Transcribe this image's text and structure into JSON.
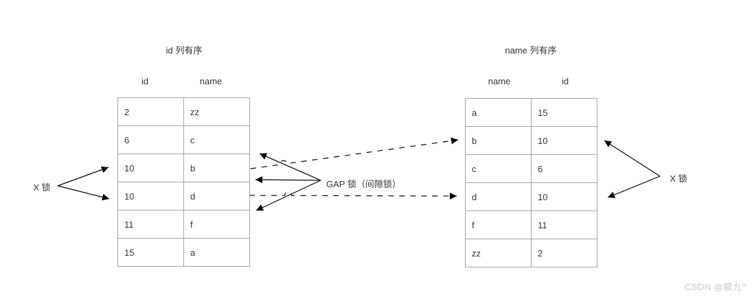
{
  "left_section": {
    "title": "id 列有序",
    "columns": [
      "id",
      "name"
    ],
    "rows": [
      [
        "2",
        "zz"
      ],
      [
        "6",
        "c"
      ],
      [
        "10",
        "b"
      ],
      [
        "10",
        "d"
      ],
      [
        "11",
        "f"
      ],
      [
        "15",
        "a"
      ]
    ]
  },
  "right_section": {
    "title": "name 列有序",
    "columns": [
      "name",
      "id"
    ],
    "rows": [
      [
        "a",
        "15"
      ],
      [
        "b",
        "10"
      ],
      [
        "c",
        "6"
      ],
      [
        "d",
        "10"
      ],
      [
        "f",
        "11"
      ],
      [
        "zz",
        "2"
      ]
    ]
  },
  "labels": {
    "left_x_lock": "X 锁",
    "right_x_lock": "X 锁",
    "gap_lock": "GAP 锁（间隙锁）"
  },
  "watermark": "CSDN @龍九^",
  "colors": {
    "background": "#ffffff",
    "table_border": "#a3a3a3",
    "text": "#333333",
    "arrow": "#000000",
    "watermark": "#c9c9c9"
  }
}
